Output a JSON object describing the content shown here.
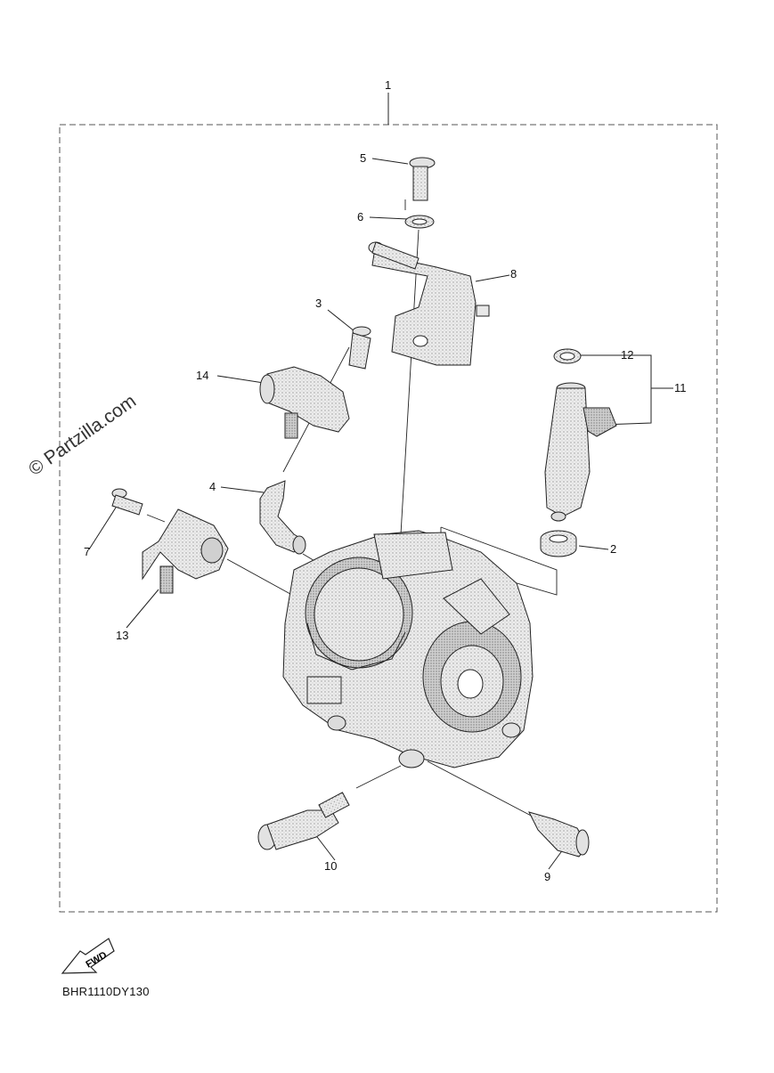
{
  "watermark": "© Partzilla.com",
  "diagram_code": "BHR1110DY130",
  "fwd_label": "FWD",
  "callouts": [
    "1",
    "2",
    "3",
    "4",
    "5",
    "6",
    "7",
    "8",
    "9",
    "10",
    "11",
    "12",
    "13",
    "14"
  ],
  "colors": {
    "ink": "#222222",
    "part_fill": "#ebebeb",
    "part_shade": "#bdbdbd",
    "border": "#555555"
  }
}
